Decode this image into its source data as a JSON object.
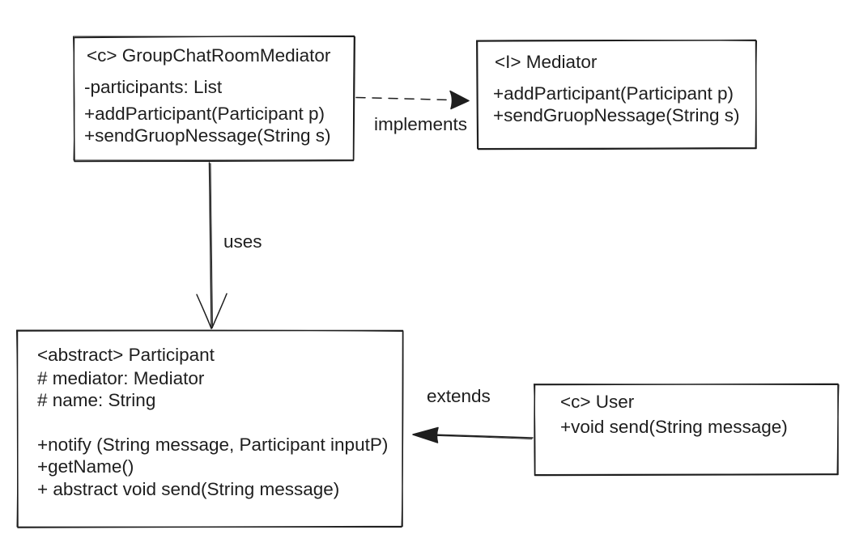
{
  "classes": [
    {
      "title": "<c> GroupChatRoomMediator",
      "members": [
        "-participants: List",
        "+addParticipant(Participant p)",
        "+sendGruopNessage(String s)"
      ]
    },
    {
      "title": "<I> Mediator",
      "members": [
        "+addParticipant(Participant p)",
        "+sendGruopNessage(String s)"
      ]
    },
    {
      "title": "<abstract> Participant",
      "members": [
        "# mediator: Mediator",
        "# name: String",
        "+notify (String message, Participant inputP)",
        "+getName()",
        "+ abstract void send(String message)"
      ]
    },
    {
      "title": "<c> User",
      "members": [
        "+void send(String message)"
      ]
    }
  ],
  "relations": {
    "implements_label": "implements",
    "uses_label": "uses",
    "extends_label": "extends"
  }
}
